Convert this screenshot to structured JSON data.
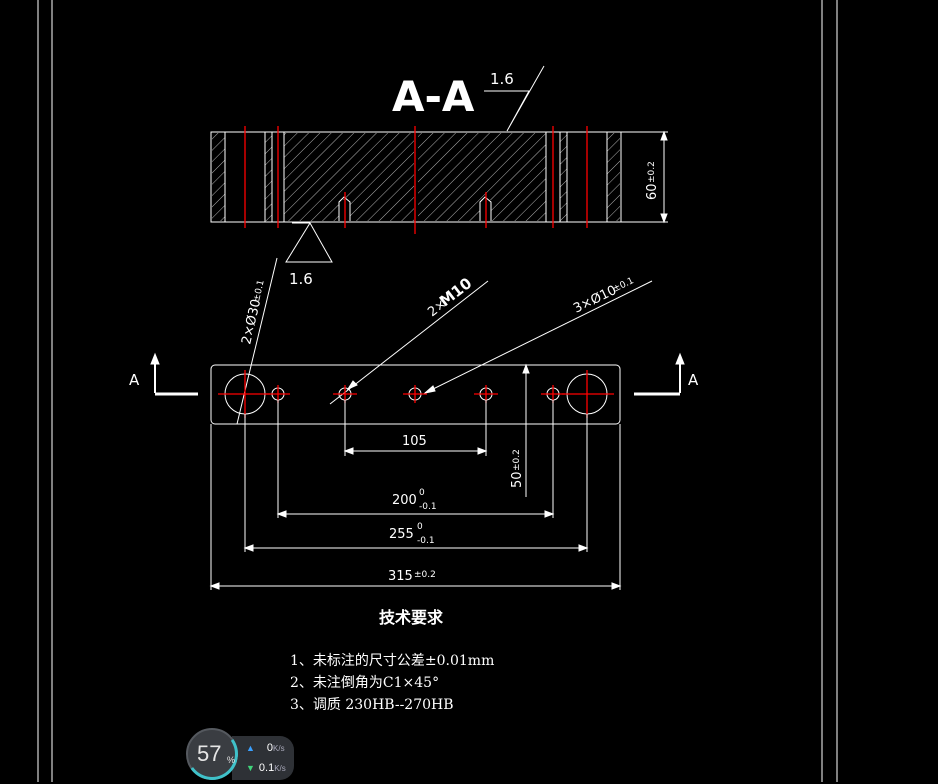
{
  "drawing": {
    "section_title": "A-A",
    "roughness_top": "1.6",
    "roughness_bottom": "1.6",
    "section_mark": "A",
    "dim_height": "60",
    "dim_height_tol": "±0.2",
    "callout_large_hole_prefix": "2×Ø30",
    "callout_large_hole_tol": "±0.1",
    "callout_thread": "2×",
    "callout_thread_size": "M10",
    "callout_small_hole_prefix": "3×Ø10",
    "callout_small_hole_tol": "±0.1",
    "dim_105": "105",
    "dim_50": "50",
    "dim_50_tol": "±0.2",
    "dim_200": "200",
    "dim_255": "255",
    "tol_upper_zero": "0",
    "tol_lower_01": "-0.1",
    "dim_315": "315",
    "dim_315_tol": "±0.2"
  },
  "requirements": {
    "title": "技术要求",
    "items": [
      "1、未标注的尺寸公差±0.01mm",
      "2、未注倒角为C1×45°",
      "3、调质   230HB--270HB"
    ]
  },
  "net_widget": {
    "percent": "57",
    "percent_unit": "%",
    "upload_value": "0",
    "upload_unit": "K/s",
    "download_value": "0.1",
    "download_unit": "K/s"
  },
  "colors": {
    "background": "#000000",
    "lines": "#ffffff",
    "center_lines": "#ff0000",
    "widget_ring": "#3fc1c9"
  }
}
